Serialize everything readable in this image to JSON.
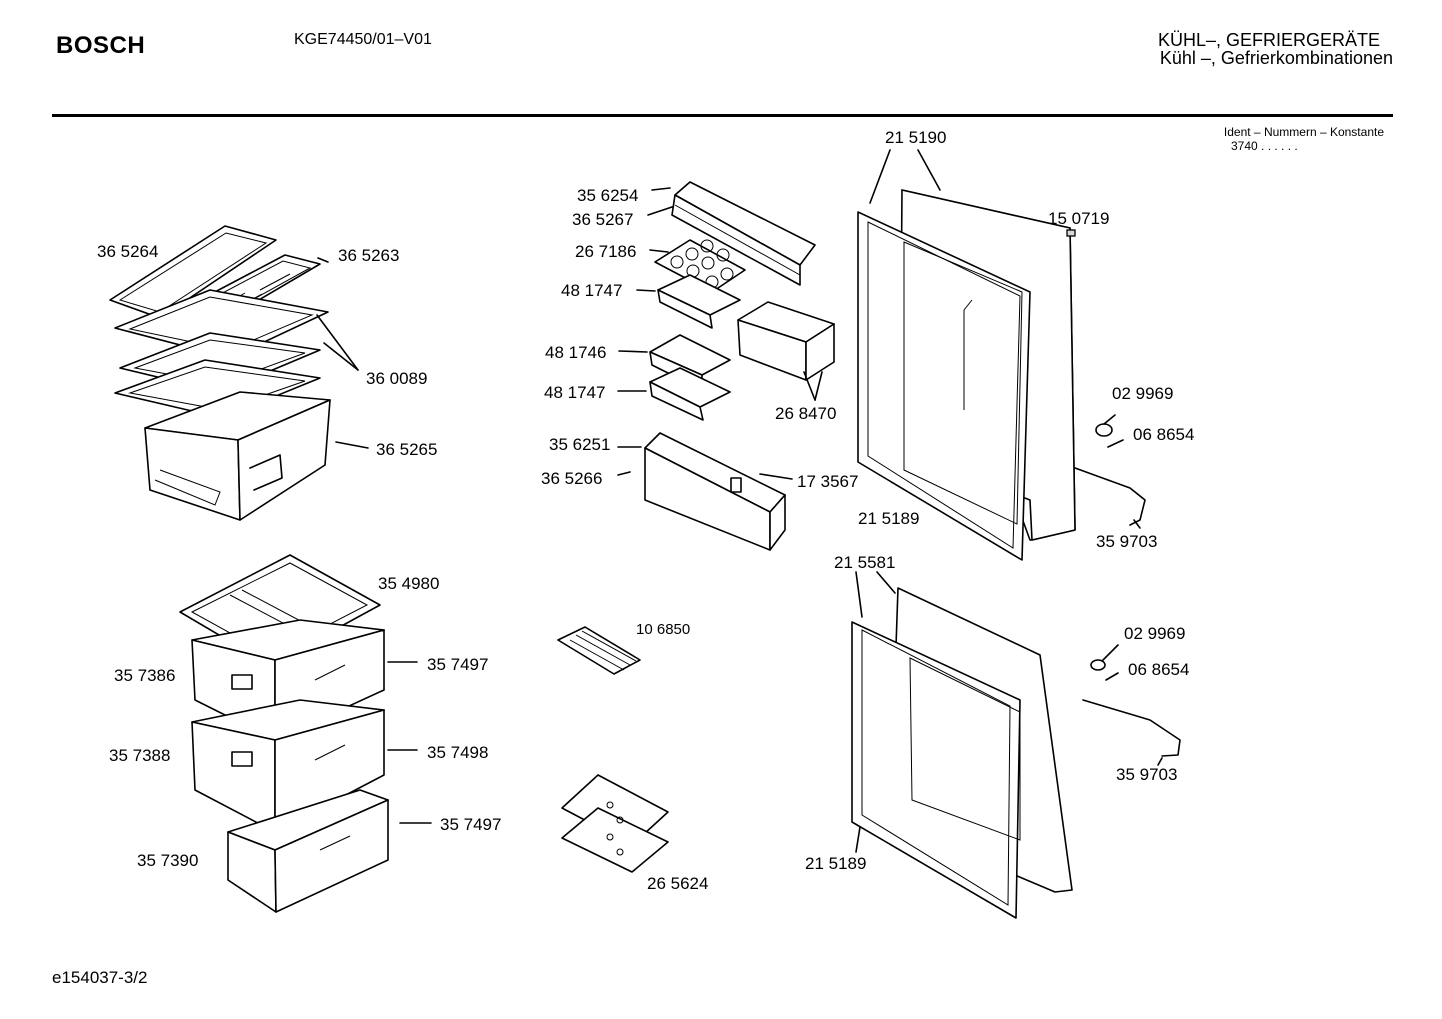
{
  "header": {
    "brand": "BOSCH",
    "model": "KGE74450/01–V01",
    "category_line1": "KÜHL–, GEFRIERGERÄTE",
    "category_line2": "Kühl –, Gefrierkombinationen",
    "ident_label": "Ident – Nummern – Konstante",
    "ident_value": "3740  .  .    .  .  .  ."
  },
  "footer": {
    "page_ref": "e154037-3/2"
  },
  "callouts": {
    "shelf_365264": "36 5264",
    "shelf_365263": "36 5263",
    "glass_360089": "36 0089",
    "crisper_365265": "36 5265",
    "tray_354980": "35 4980",
    "drawer_357386": "35 7386",
    "front_357497_a": "35 7497",
    "drawer_357388": "35 7388",
    "front_357498": "35 7498",
    "drawer_357390": "35 7390",
    "front_357497_b": "35 7497",
    "rack_356254": "35 6254",
    "rack_365267": "36 5267",
    "egg_267186": "26 7186",
    "shelf_481747_a": "48 1747",
    "shelf_481746": "48 1746",
    "shelf_481747_b": "48 1747",
    "rack_356251": "35 6251",
    "rack_365266": "36 5266",
    "clip_173567": "17 3567",
    "bins_268470": "26 8470",
    "icetray_106850": "10 6850",
    "coolpack_265624": "26 5624",
    "door_215190": "21 5190",
    "cap_150719": "15 0719",
    "gasket_215189_a": "21 5189",
    "cap_029969_a": "02 9969",
    "screw_068654_a": "06 8654",
    "handle_359703_a": "35 9703",
    "door_215581": "21 5581",
    "cap_029969_b": "02 9969",
    "screw_068654_b": "06 8654",
    "handle_359703_b": "35 9703",
    "gasket_215189_b": "21 5189"
  }
}
